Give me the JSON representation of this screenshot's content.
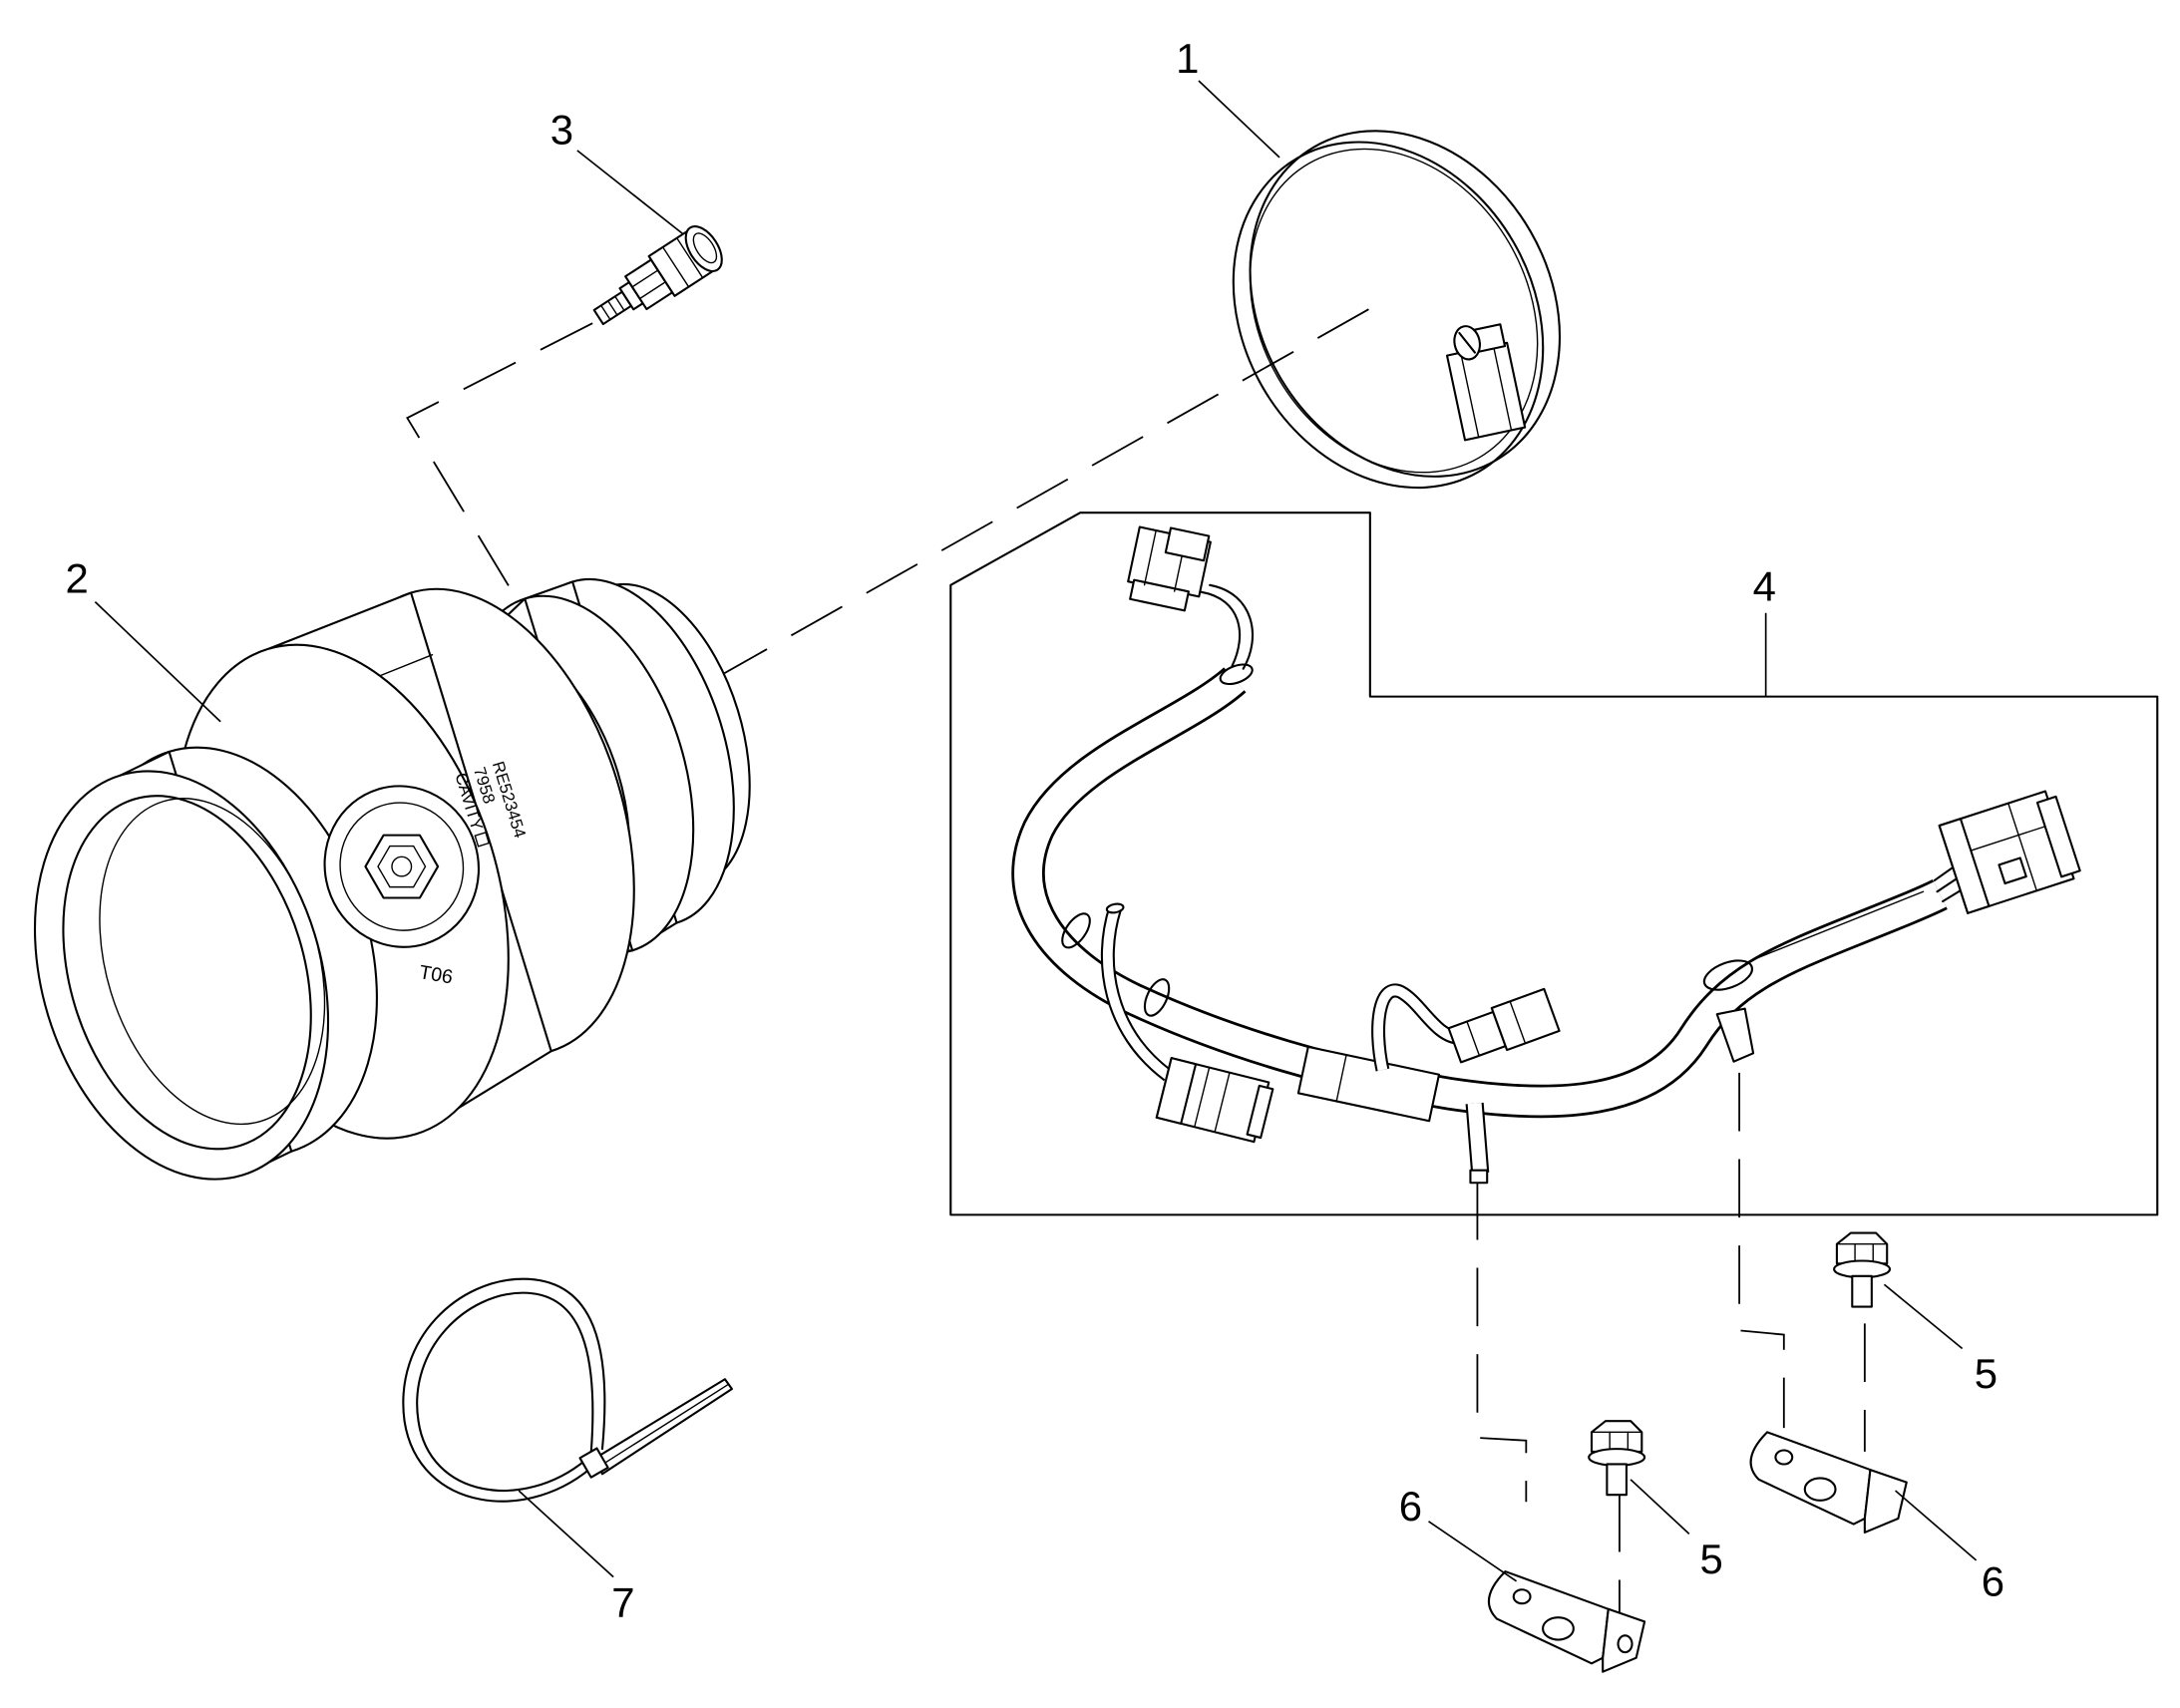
{
  "callouts": {
    "part_1": "1",
    "part_2": "2",
    "part_3": "3",
    "part_4": "4",
    "part_5_upper": "5",
    "part_5_lower": "5",
    "part_6_left": "6",
    "part_6_right": "6",
    "part_7": "7"
  },
  "part_markings": {
    "line_1": "RE523454",
    "line_2": "7958",
    "line_3": "CAVITY",
    "code": "T06"
  },
  "colors": {
    "line": "#000000",
    "background": "#ffffff"
  }
}
